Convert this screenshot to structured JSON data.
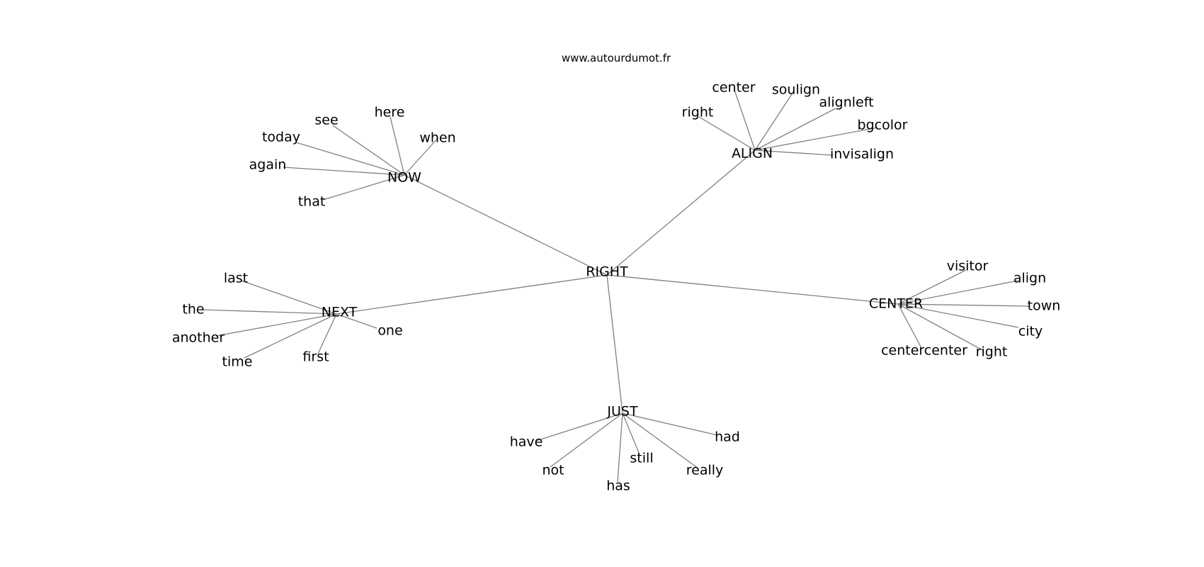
{
  "site_label": "www.autourdumot.fr",
  "center": {
    "id": "RIGHT",
    "label": "RIGHT"
  },
  "hubs": [
    {
      "id": "NOW",
      "label": "NOW",
      "leaves": [
        {
          "id": "see",
          "label": "see"
        },
        {
          "id": "here",
          "label": "here"
        },
        {
          "id": "today",
          "label": "today"
        },
        {
          "id": "when",
          "label": "when"
        },
        {
          "id": "again",
          "label": "again"
        },
        {
          "id": "that",
          "label": "that"
        }
      ]
    },
    {
      "id": "ALIGN",
      "label": "ALIGN",
      "leaves": [
        {
          "id": "center",
          "label": "center"
        },
        {
          "id": "souligh",
          "label": "soulign"
        },
        {
          "id": "alignleft",
          "label": "alignleft"
        },
        {
          "id": "right",
          "label": "right"
        },
        {
          "id": "bgcolor",
          "label": "bgcolor"
        },
        {
          "id": "invisalign",
          "label": "invisalign"
        }
      ]
    },
    {
      "id": "NEXT",
      "label": "NEXT",
      "leaves": [
        {
          "id": "last",
          "label": "last"
        },
        {
          "id": "the",
          "label": "the"
        },
        {
          "id": "another",
          "label": "another"
        },
        {
          "id": "one",
          "label": "one"
        },
        {
          "id": "time",
          "label": "time"
        },
        {
          "id": "first",
          "label": "first"
        }
      ]
    },
    {
      "id": "CENTER",
      "label": "CENTER",
      "leaves": [
        {
          "id": "visitor",
          "label": "visitor"
        },
        {
          "id": "align",
          "label": "align"
        },
        {
          "id": "town",
          "label": "town"
        },
        {
          "id": "city",
          "label": "city"
        },
        {
          "id": "centercenter",
          "label": "centercenter"
        },
        {
          "id": "right-2",
          "label": "right"
        }
      ]
    },
    {
      "id": "JUST",
      "label": "JUST",
      "leaves": [
        {
          "id": "have",
          "label": "have"
        },
        {
          "id": "had",
          "label": "had"
        },
        {
          "id": "still",
          "label": "still"
        },
        {
          "id": "not",
          "label": "not"
        },
        {
          "id": "really",
          "label": "really"
        },
        {
          "id": "has",
          "label": "has"
        }
      ]
    }
  ]
}
